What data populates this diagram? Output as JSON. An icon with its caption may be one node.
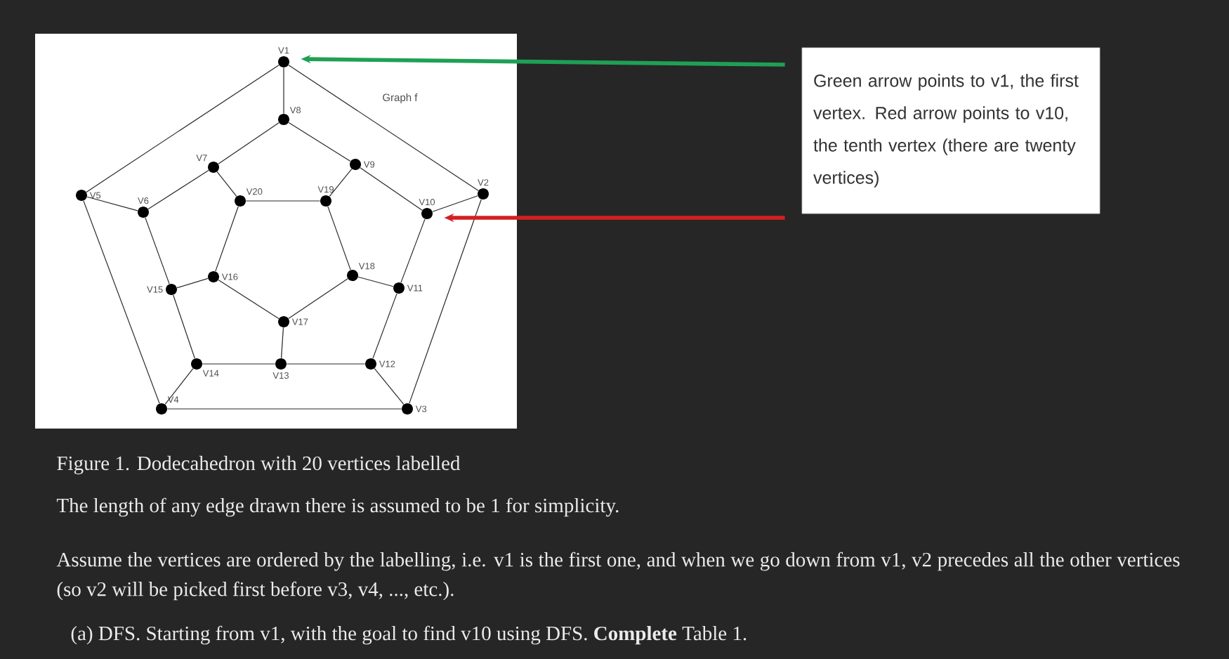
{
  "diagram": {
    "nodes": [
      {
        "text": [],
        "shape": "circle",
        "beside": [
          "V1"
        ]
      },
      {
        "text": [],
        "shape": "circle",
        "beside": [
          "V2"
        ]
      },
      {
        "text": [],
        "shape": "circle",
        "beside": [
          "V3"
        ]
      },
      {
        "text": [],
        "shape": "circle",
        "beside": [
          "V4"
        ]
      },
      {
        "text": [],
        "shape": "circle",
        "beside": [
          "V5"
        ]
      },
      {
        "text": [],
        "shape": "circle",
        "beside": [
          "V6"
        ]
      },
      {
        "text": [],
        "shape": "circle",
        "beside": [
          "V7"
        ]
      },
      {
        "text": [],
        "shape": "circle",
        "beside": [
          "V8"
        ]
      },
      {
        "text": [],
        "shape": "circle",
        "beside": [
          "V9"
        ]
      },
      {
        "text": [],
        "shape": "circle",
        "beside": [
          "V10"
        ]
      },
      {
        "text": [],
        "shape": "circle",
        "beside": [
          "V11"
        ]
      },
      {
        "text": [],
        "shape": "circle",
        "beside": [
          "V12"
        ]
      },
      {
        "text": [],
        "shape": "circle",
        "beside": [
          "V13"
        ]
      },
      {
        "text": [],
        "shape": "circle",
        "beside": [
          "V14"
        ]
      },
      {
        "text": [],
        "shape": "circle",
        "beside": [
          "V15"
        ]
      },
      {
        "text": [],
        "shape": "circle",
        "beside": [
          "V16"
        ]
      },
      {
        "text": [],
        "shape": "circle",
        "beside": [
          "V17"
        ]
      },
      {
        "text": [],
        "shape": "circle",
        "beside": [
          "V18"
        ]
      },
      {
        "text": [],
        "shape": "circle",
        "beside": [
          "V19"
        ]
      },
      {
        "text": [],
        "shape": "circle",
        "beside": [
          "V20"
        ]
      },
      {
        "text": [
          "Green arrow points to v1, the first vertex. Red arrow points to v10, the tenth vertex (there are twenty vertices)"
        ]
      }
    ],
    "edges": [
      {
        "from": 0,
        "to": 1,
        "arrow": "none"
      },
      {
        "from": 1,
        "to": 2,
        "arrow": "none"
      },
      {
        "from": 2,
        "to": 3,
        "arrow": "none"
      },
      {
        "from": 3,
        "to": 4,
        "arrow": "none"
      },
      {
        "from": 4,
        "to": 0,
        "arrow": "none"
      },
      {
        "from": 0,
        "to": 7,
        "arrow": "none"
      },
      {
        "from": 1,
        "to": 9,
        "arrow": "none"
      },
      {
        "from": 2,
        "to": 11,
        "arrow": "none"
      },
      {
        "from": 3,
        "to": 13,
        "arrow": "none"
      },
      {
        "from": 4,
        "to": 5,
        "arrow": "none"
      },
      {
        "from": 5,
        "to": 6,
        "arrow": "none"
      },
      {
        "from": 6,
        "to": 7,
        "arrow": "none"
      },
      {
        "from": 7,
        "to": 8,
        "arrow": "none"
      },
      {
        "from": 8,
        "to": 9,
        "arrow": "none"
      },
      {
        "from": 9,
        "to": 10,
        "arrow": "none"
      },
      {
        "from": 10,
        "to": 11,
        "arrow": "none"
      },
      {
        "from": 11,
        "to": 12,
        "arrow": "none"
      },
      {
        "from": 12,
        "to": 13,
        "arrow": "none"
      },
      {
        "from": 13,
        "to": 14,
        "arrow": "none"
      },
      {
        "from": 14,
        "to": 5,
        "arrow": "none"
      },
      {
        "from": 6,
        "to": 19,
        "arrow": "none"
      },
      {
        "from": 8,
        "to": 18,
        "arrow": "none"
      },
      {
        "from": 10,
        "to": 17,
        "arrow": "none"
      },
      {
        "from": 12,
        "to": 16,
        "arrow": "none"
      },
      {
        "from": 14,
        "to": 15,
        "arrow": "none"
      },
      {
        "from": 15,
        "to": 16,
        "arrow": "none"
      },
      {
        "from": 16,
        "to": 17,
        "arrow": "none"
      },
      {
        "from": 17,
        "to": 18,
        "arrow": "none"
      },
      {
        "from": 18,
        "to": 19,
        "arrow": "none"
      },
      {
        "from": 19,
        "to": 15,
        "arrow": "none"
      },
      {
        "from": 20,
        "to": 0,
        "arrow": "to",
        "style": "thick",
        "color": "#1fa055"
      },
      {
        "from": 20,
        "to": 9,
        "arrow": "to",
        "style": "thick",
        "color": "#d42020"
      }
    ],
    "labels": [
      "Graph f",
      "Figure 1. Dodecahedron with 20 vertices labelled",
      "The length of any edge drawn there is assumed to be 1 for simplicity.",
      "Assume the vertices are ordered by the labelling, i.e. v1 is the first one, and when we go down from v1, v2 precedes all the other vertices (so v2 will be picked first before v3, v4, ..., etc.).",
      "(a) DFS. Starting from v1, with the goal to find v10 using DFS. **Complete** Table 1."
    ]
  }
}
